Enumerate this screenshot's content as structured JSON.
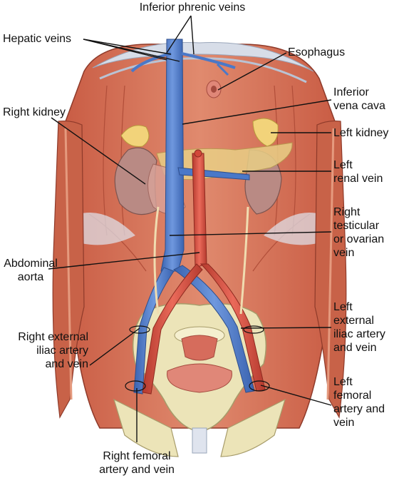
{
  "labels": {
    "inferior_phrenic_veins": "Inferior phrenic veins",
    "hepatic_veins": "Hepatic veins",
    "esophagus": "Esophagus",
    "right_kidney": "Right kidney",
    "ivc": [
      "Inferior",
      "vena cava"
    ],
    "left_kidney": "Left kidney",
    "left_renal_vein": [
      "Left",
      "renal vein"
    ],
    "gonadal_vein": [
      "Right",
      "testicular",
      "or ovarian",
      "vein"
    ],
    "abdominal_aorta": [
      "Abdominal",
      "aorta"
    ],
    "left_ext_iliac": [
      "Left",
      "external",
      "iliac artery",
      "and vein"
    ],
    "right_ext_iliac": [
      "Right external",
      "iliac artery",
      "and vein"
    ],
    "left_femoral": [
      "Left",
      "femoral",
      "artery and",
      "vein"
    ],
    "right_femoral": [
      "Right femoral",
      "artery and vein"
    ]
  },
  "colors": {
    "muscle": "#d9735a",
    "muscle_dark": "#b8503c",
    "vein": "#4a78c8",
    "artery": "#d2473a",
    "kidney": "#b98a84",
    "adrenal": "#f2d37a",
    "pancreas": "#e9cf86",
    "bone": "#ece4b8",
    "diaphragm": "#d7dde8",
    "leader": "#111111"
  }
}
